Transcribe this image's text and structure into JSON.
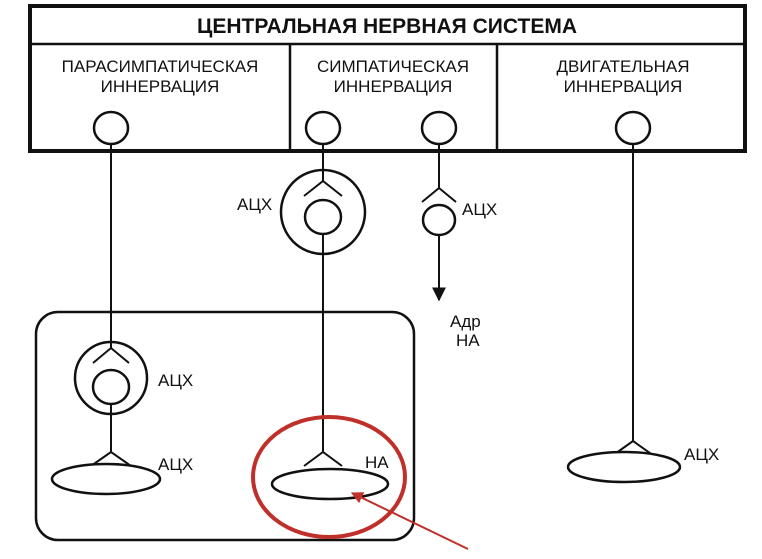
{
  "title": "ЦЕНТРАЛЬНАЯ НЕРВНАЯ СИСТЕМА",
  "columns": [
    {
      "line1": "ПАРАСИМПАТИЧЕСКАЯ",
      "line2": "ИННЕРВАЦИЯ"
    },
    {
      "line1": "СИМПАТИЧЕСКАЯ",
      "line2": "ИННЕРВАЦИЯ"
    },
    {
      "line1": "ДВИГАТЕЛЬНАЯ",
      "line2": "ИННЕРВАЦИЯ"
    }
  ],
  "labels": {
    "symp_ganglion": "АЦХ",
    "adrenal_synapse": "АЦХ",
    "adrenal_out_1": "Адр",
    "adrenal_out_2": "НА",
    "para_ganglion": "АЦХ",
    "para_effector": "АЦХ",
    "symp_effector": "НА",
    "motor_effector": "АЦХ"
  },
  "colors": {
    "line": "#111111",
    "highlight": "#c0302a"
  }
}
